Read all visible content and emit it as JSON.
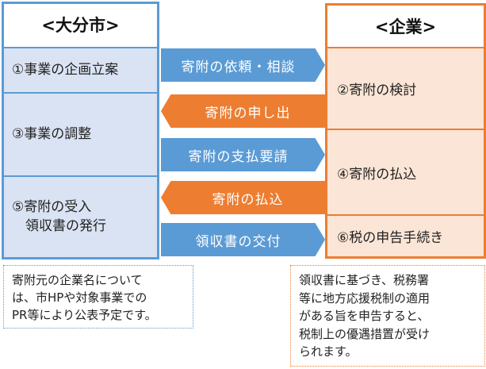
{
  "left": {
    "title": "<大分市>",
    "steps": [
      {
        "lines": [
          "①事業の企画立案"
        ]
      },
      {
        "lines": [
          "③事業の調整"
        ]
      },
      {
        "lines": [
          "⑤寄附の受入",
          "　領収書の発行"
        ]
      }
    ]
  },
  "right": {
    "title": "<企業>",
    "steps": [
      {
        "lines": [
          "②寄附の検討"
        ]
      },
      {
        "lines": [
          "④寄附の払込"
        ]
      },
      {
        "lines": [
          "⑥税の申告手続き"
        ]
      }
    ]
  },
  "arrows": [
    {
      "label": "寄附の依頼・相談",
      "direction": "right"
    },
    {
      "label": "寄附の申し出",
      "direction": "left"
    },
    {
      "label": "寄附の支払要請",
      "direction": "right"
    },
    {
      "label": "寄附の払込",
      "direction": "left"
    },
    {
      "label": "領収書の交付",
      "direction": "right"
    }
  ],
  "notes": {
    "left": [
      "寄附元の企業名について",
      "は、市HPや対象事業での",
      "PR等により公表予定です。"
    ],
    "right": [
      "領収書に基づき、税務署",
      "等に地方応援税制の適用",
      "がある旨を申告すると、",
      "税制上の優遇措置が受け",
      "られます。"
    ]
  },
  "colors": {
    "city_accent": "#5b9bd5",
    "city_fill": "#dae3f3",
    "company_accent": "#ed7d31",
    "company_fill": "#fbe5d6"
  }
}
